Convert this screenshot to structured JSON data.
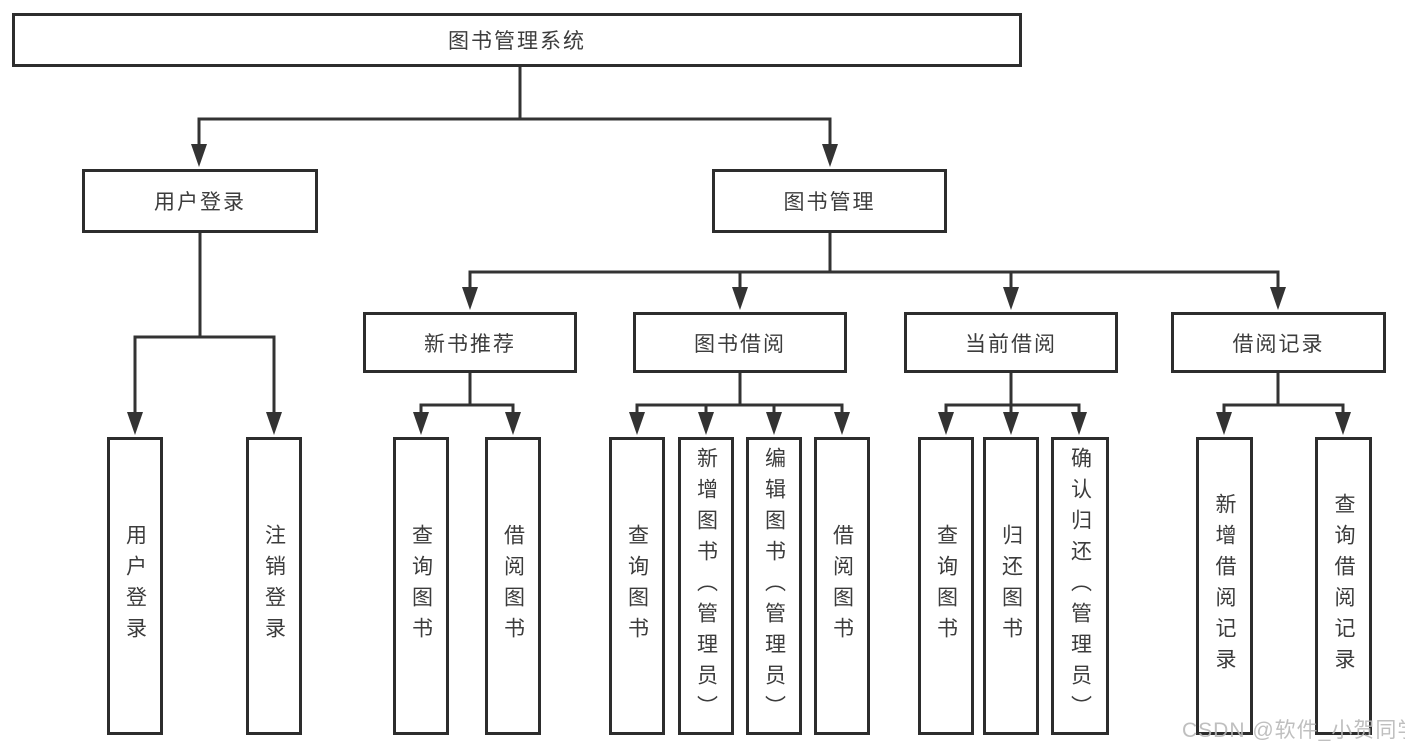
{
  "diagram": {
    "type": "tree",
    "title": "图书管理系统",
    "colors": {
      "background": "#ffffff",
      "line": "#333333",
      "box_border": "#2d2d2d",
      "text": "#3c3c3c",
      "watermark": "#b8b8b8"
    },
    "nodes": {
      "root": {
        "label": "图书管理系统"
      },
      "level1": [
        {
          "label": "用户登录"
        },
        {
          "label": "图书管理"
        }
      ],
      "level2": [
        {
          "label": "新书推荐",
          "parent": "图书管理"
        },
        {
          "label": "图书借阅",
          "parent": "图书管理"
        },
        {
          "label": "当前借阅",
          "parent": "图书管理"
        },
        {
          "label": "借阅记录",
          "parent": "图书管理"
        }
      ],
      "leaves": [
        {
          "label": "用户登录",
          "parent": "用户登录"
        },
        {
          "label": "注销登录",
          "parent": "用户登录"
        },
        {
          "label": "查询图书",
          "parent": "新书推荐"
        },
        {
          "label": "借阅图书",
          "parent": "新书推荐"
        },
        {
          "label": "查询图书",
          "parent": "图书借阅"
        },
        {
          "label": "新增图书（管理员）",
          "parent": "图书借阅"
        },
        {
          "label": "编辑图书（管理员）",
          "parent": "图书借阅"
        },
        {
          "label": "借阅图书",
          "parent": "图书借阅"
        },
        {
          "label": "查询图书",
          "parent": "当前借阅"
        },
        {
          "label": "归还图书",
          "parent": "当前借阅"
        },
        {
          "label": "确认归还（管理员）",
          "parent": "当前借阅"
        },
        {
          "label": "新增借阅记录",
          "parent": "借阅记录"
        },
        {
          "label": "查询借阅记录",
          "parent": "借阅记录"
        }
      ]
    },
    "watermark": {
      "text": "CSDN @软件_小贺同学"
    }
  }
}
